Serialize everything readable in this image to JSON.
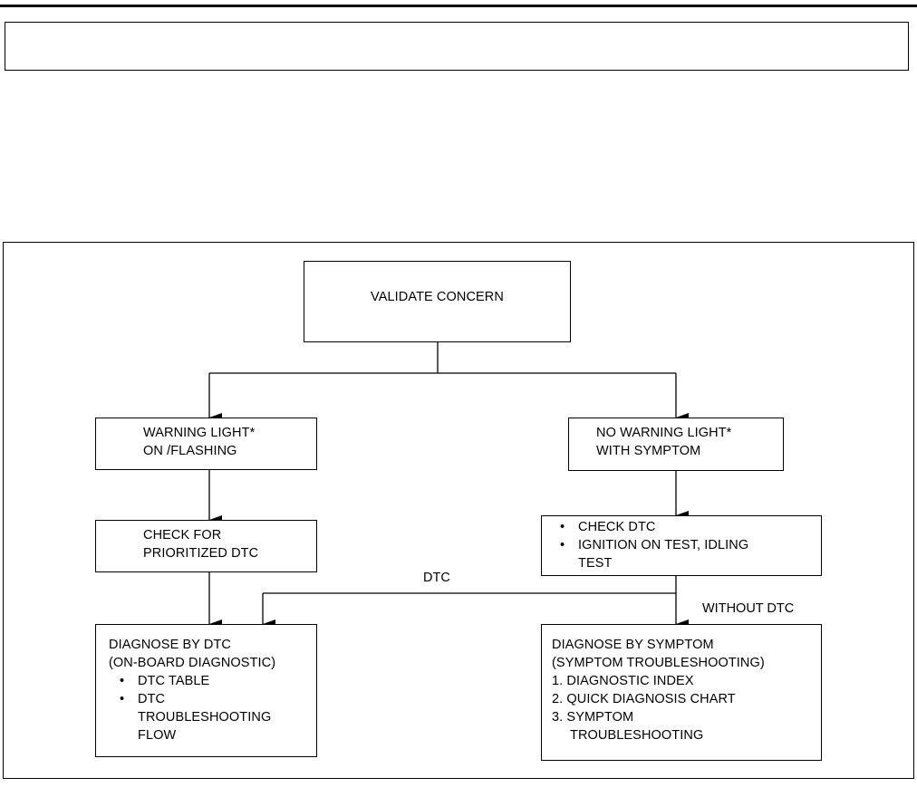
{
  "nodes": {
    "validate": {
      "text": "VALIDATE CONCERN"
    },
    "warning_on": {
      "lines": [
        "WARNING LIGHT*",
        "ON /FLASHING"
      ]
    },
    "no_warning": {
      "lines": [
        "NO WARNING LIGHT*",
        "WITH SYMPTOM"
      ]
    },
    "check_prioritized": {
      "lines": [
        "CHECK FOR",
        "PRIORITIZED DTC"
      ]
    },
    "check_dtc": {
      "bullets": [
        "CHECK DTC",
        "IGNITION ON TEST, IDLING"
      ],
      "continuation": "TEST"
    },
    "diagnose_dtc": {
      "lines": [
        "DIAGNOSE BY DTC",
        "(ON-BOARD DIAGNOSTIC)"
      ],
      "bullets": [
        "DTC TABLE",
        "DTC"
      ],
      "continuation": [
        "TROUBLESHOOTING",
        "FLOW"
      ]
    },
    "diagnose_symptom": {
      "lines": [
        "DIAGNOSE BY SYMPTOM",
        "(SYMPTOM TROUBLESHOOTING)",
        "1. DIAGNOSTIC INDEX",
        "2. QUICK DIAGNOSIS CHART",
        "3. SYMPTOM"
      ],
      "continuation": "TROUBLESHOOTING"
    }
  },
  "edge_labels": {
    "dtc": "DTC",
    "without_dtc": "WITHOUT DTC"
  },
  "bullet_glyph": "•"
}
